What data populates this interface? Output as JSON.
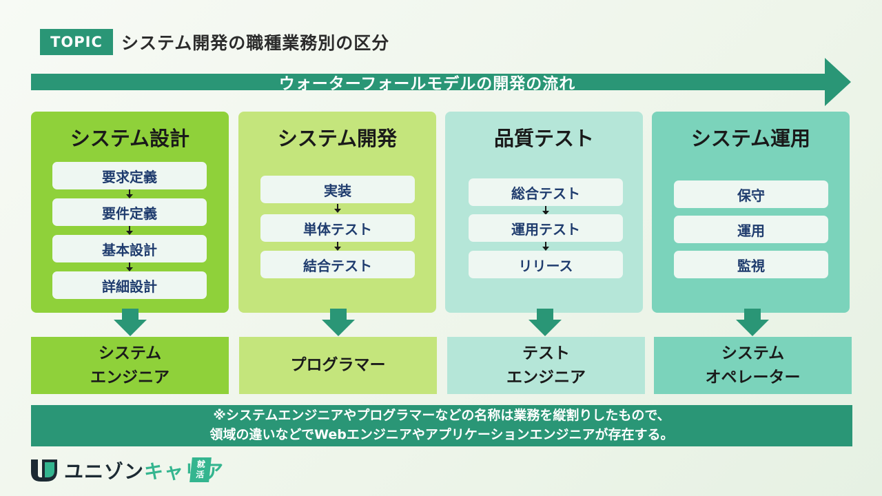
{
  "header": {
    "badge": "TOPIC",
    "title": "システム開発の職種業務別の区分"
  },
  "flow": {
    "label": "ウォーターフォールモデルの開発の流れ"
  },
  "phases": [
    {
      "title": "システム設計",
      "steps": [
        "要求定義",
        "要件定義",
        "基本設計",
        "詳細設計"
      ],
      "color": "#8fd13a",
      "role_color": "#8fd13a",
      "role_lines": [
        "システム",
        "エンジニア"
      ]
    },
    {
      "title": "システム開発",
      "steps": [
        "実装",
        "単体テスト",
        "結合テスト"
      ],
      "color": "#c4e57c",
      "role_color": "#c4e57c",
      "role_lines": [
        "プログラマー"
      ]
    },
    {
      "title": "品質テスト",
      "steps": [
        "総合テスト",
        "運用テスト",
        "リリース"
      ],
      "color": "#b5e6d8",
      "role_color": "#b5e6d8",
      "role_lines": [
        "テスト",
        "エンジニア"
      ]
    },
    {
      "title": "システム運用",
      "steps": [
        "保守",
        "運用",
        "監視"
      ],
      "color": "#7bd3bb",
      "role_color": "#7bd3bb",
      "role_lines": [
        "システム",
        "オペレーター"
      ]
    }
  ],
  "note": {
    "line1": "※システムエンジニアやプログラマーなどの名称は業務を縦割りしたもので、",
    "line2": "領域の違いなどでWebエンジニアやアプリケーションエンジニアが存在する。"
  },
  "logo": {
    "text_a": "ユニゾン",
    "text_b": "キャリア",
    "badge_top": "就",
    "badge_bottom": "活"
  },
  "colors": {
    "accent": "#2a9676",
    "step_text": "#1f3c6e",
    "logo_green": "#34b58f"
  }
}
